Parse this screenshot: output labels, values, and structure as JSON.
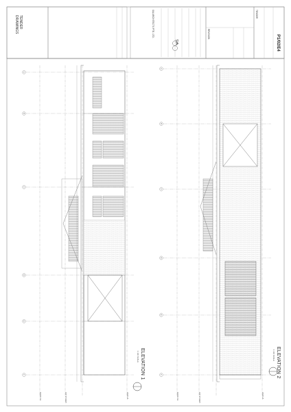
{
  "sheet": {
    "drawing_title": "TENDER\nDRAWINGS",
    "stamp_title": "TENDER",
    "firm_name": "SIA ARCHITECTS PTE. LTD.",
    "firm_logo_letters": "SIA",
    "sheet_number": "P1/02/E4",
    "revision_label": "REVISION"
  },
  "elevations": [
    {
      "id": "elev1",
      "title": "ELEVATION 1",
      "scale": "1:100 SCALE"
    },
    {
      "id": "elev2",
      "title": "ELEVATION 2",
      "scale": "1:100 SCALE"
    }
  ],
  "grid_labels": [
    "A",
    "B",
    "C",
    "D",
    "E",
    "F"
  ],
  "levels": [
    {
      "label": "ROOF LVL"
    },
    {
      "label": "1ST STOREY"
    },
    {
      "label": "GND LVL"
    }
  ]
}
